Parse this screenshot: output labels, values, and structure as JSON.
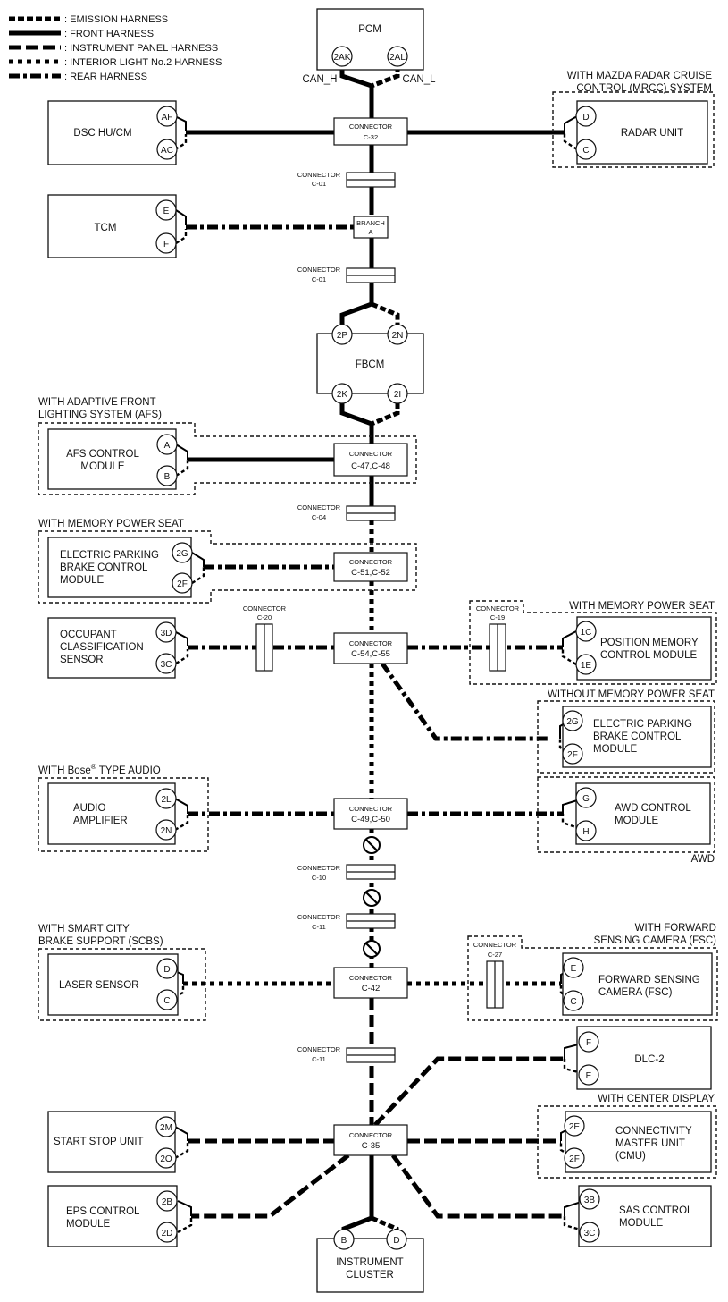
{
  "legend": [
    {
      "style": "emis",
      "label": ": EMISSION HARNESS"
    },
    {
      "style": "front",
      "label": ": FRONT HARNESS"
    },
    {
      "style": "instr",
      "label": ": INSTRUMENT PANEL HARNESS"
    },
    {
      "style": "intl",
      "label": ": INTERIOR LIGHT No.2 HARNESS"
    },
    {
      "style": "rear",
      "label": ": REAR HARNESS"
    }
  ],
  "modules": {
    "pcm": {
      "label": "PCM",
      "pins": [
        "2AK",
        "2AL"
      ],
      "wire_labels": [
        "CAN_H",
        "CAN_L"
      ]
    },
    "dsc": {
      "label": "DSC HU/CM",
      "pins": [
        "AF",
        "AC"
      ]
    },
    "radar": {
      "label": "RADAR UNIT",
      "pins": [
        "D",
        "C"
      ],
      "condition": [
        "WITH MAZDA RADAR CRUISE",
        "CONTROL (MRCC) SYSTEM"
      ]
    },
    "tcm": {
      "label": "TCM",
      "pins": [
        "E",
        "F"
      ]
    },
    "fbcm": {
      "label": "FBCM",
      "pins": [
        "2P",
        "2N",
        "2K",
        "2I"
      ]
    },
    "afs": {
      "label": [
        "AFS CONTROL",
        "MODULE"
      ],
      "pins": [
        "A",
        "B"
      ],
      "condition": [
        "WITH ADAPTIVE FRONT",
        "LIGHTING SYSTEM (AFS)"
      ]
    },
    "epb1": {
      "label": [
        "ELECTRIC PARKING",
        "BRAKE CONTROL",
        "MODULE"
      ],
      "pins": [
        "2G",
        "2F"
      ],
      "condition": "WITH MEMORY POWER SEAT"
    },
    "ocs": {
      "label": [
        "OCCUPANT",
        "CLASSIFICATION",
        "SENSOR"
      ],
      "pins": [
        "3D",
        "3C"
      ]
    },
    "pmcm": {
      "label": [
        "POSITION MEMORY",
        "CONTROL MODULE"
      ],
      "pins": [
        "1C",
        "1E"
      ],
      "condition": "WITH MEMORY POWER SEAT"
    },
    "epb2": {
      "label": [
        "ELECTRIC PARKING",
        "BRAKE CONTROL",
        "MODULE"
      ],
      "pins": [
        "2G",
        "2F"
      ],
      "condition": "WITHOUT MEMORY POWER SEAT"
    },
    "audio": {
      "label": [
        "AUDIO",
        "AMPLIFIER"
      ],
      "pins": [
        "2L",
        "2N"
      ],
      "condition_prefix": "WITH Bose",
      "condition_sup": "®",
      "condition_suffix": " TYPE AUDIO"
    },
    "awd": {
      "label": [
        "AWD CONTROL",
        "MODULE"
      ],
      "pins": [
        "G",
        "H"
      ],
      "condition": "AWD"
    },
    "laser": {
      "label": "LASER SENSOR",
      "pins": [
        "D",
        "C"
      ],
      "condition": [
        "WITH SMART CITY",
        "BRAKE SUPPORT (SCBS)"
      ]
    },
    "fsc": {
      "label": [
        "FORWARD SENSING",
        "CAMERA (FSC)"
      ],
      "pins": [
        "E",
        "C"
      ],
      "condition": [
        "WITH FORWARD",
        "SENSING CAMERA (FSC)"
      ]
    },
    "dlc": {
      "label": "DLC-2",
      "pins": [
        "F",
        "E"
      ]
    },
    "ssu": {
      "label": "START STOP UNIT",
      "pins": [
        "2M",
        "2O"
      ]
    },
    "cmu": {
      "label": [
        "CONNECTIVITY",
        "MASTER UNIT",
        "(CMU)"
      ],
      "pins": [
        "2E",
        "2F"
      ],
      "condition": "WITH CENTER DISPLAY"
    },
    "eps": {
      "label": [
        "EPS CONTROL",
        "MODULE"
      ],
      "pins": [
        "2B",
        "2D"
      ]
    },
    "sas": {
      "label": [
        "SAS CONTROL",
        "MODULE"
      ],
      "pins": [
        "3B",
        "3C"
      ]
    },
    "ic": {
      "label": [
        "INSTRUMENT",
        "CLUSTER"
      ],
      "pins": [
        "B",
        "D"
      ]
    }
  },
  "connectors": {
    "c32": [
      "CONNECTOR",
      "C-32"
    ],
    "c01a": [
      "CONNECTOR",
      "C-01"
    ],
    "brancha": [
      "BRANCH",
      "A"
    ],
    "c01b": [
      "CONNECTOR",
      "C-01"
    ],
    "c4748": [
      "CONNECTOR",
      "C-47,C-48"
    ],
    "c04": [
      "CONNECTOR",
      "C-04"
    ],
    "c5152": [
      "CONNECTOR",
      "C-51,C-52"
    ],
    "c20": [
      "CONNECTOR",
      "C-20"
    ],
    "c5455": [
      "CONNECTOR",
      "C-54,C-55"
    ],
    "c19": [
      "CONNECTOR",
      "C-19"
    ],
    "c4950": [
      "CONNECTOR",
      "C-49,C-50"
    ],
    "c10": [
      "CONNECTOR",
      "C-10"
    ],
    "c11a": [
      "CONNECTOR",
      "C-11"
    ],
    "c42": [
      "CONNECTOR",
      "C-42"
    ],
    "c27": [
      "CONNECTOR",
      "C-27"
    ],
    "c11b": [
      "CONNECTOR",
      "C-11"
    ],
    "c35": [
      "CONNECTOR",
      "C-35"
    ]
  }
}
